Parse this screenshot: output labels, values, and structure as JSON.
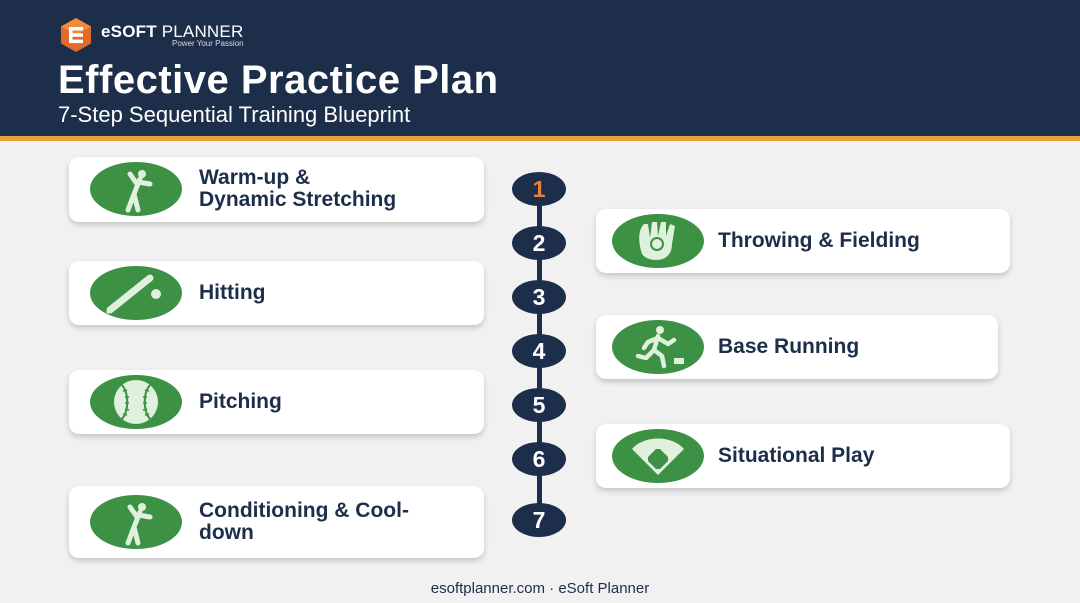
{
  "brand": {
    "name_bold": "eSOFT",
    "name_rest": " PLANNER",
    "tagline": "Power Your Passion"
  },
  "header": {
    "title": "Effective Practice Plan",
    "subtitle": "7-Step Sequential Training Blueprint"
  },
  "colors": {
    "navy": "#1d2e4b",
    "accent": "#e9a23b",
    "icon_green": "#3d9144",
    "step1": "#e9813b"
  },
  "steps": [
    {
      "number": "1",
      "label": "Warm-up &\nDynamic Stretching",
      "icon": "stretching-icon"
    },
    {
      "number": "2",
      "label": "Throwing & Fielding",
      "icon": "glove-icon"
    },
    {
      "number": "3",
      "label": "Hitting",
      "icon": "bat-icon"
    },
    {
      "number": "4",
      "label": "Base Running",
      "icon": "running-icon"
    },
    {
      "number": "5",
      "label": "Pitching",
      "icon": "baseball-icon"
    },
    {
      "number": "6",
      "label": "Situational Play",
      "icon": "diamond-icon"
    },
    {
      "number": "7",
      "label": "Conditioning & Cool-\ndown",
      "icon": "stretching-icon"
    }
  ],
  "footer": "esoftplanner.com · eSoft Planner"
}
